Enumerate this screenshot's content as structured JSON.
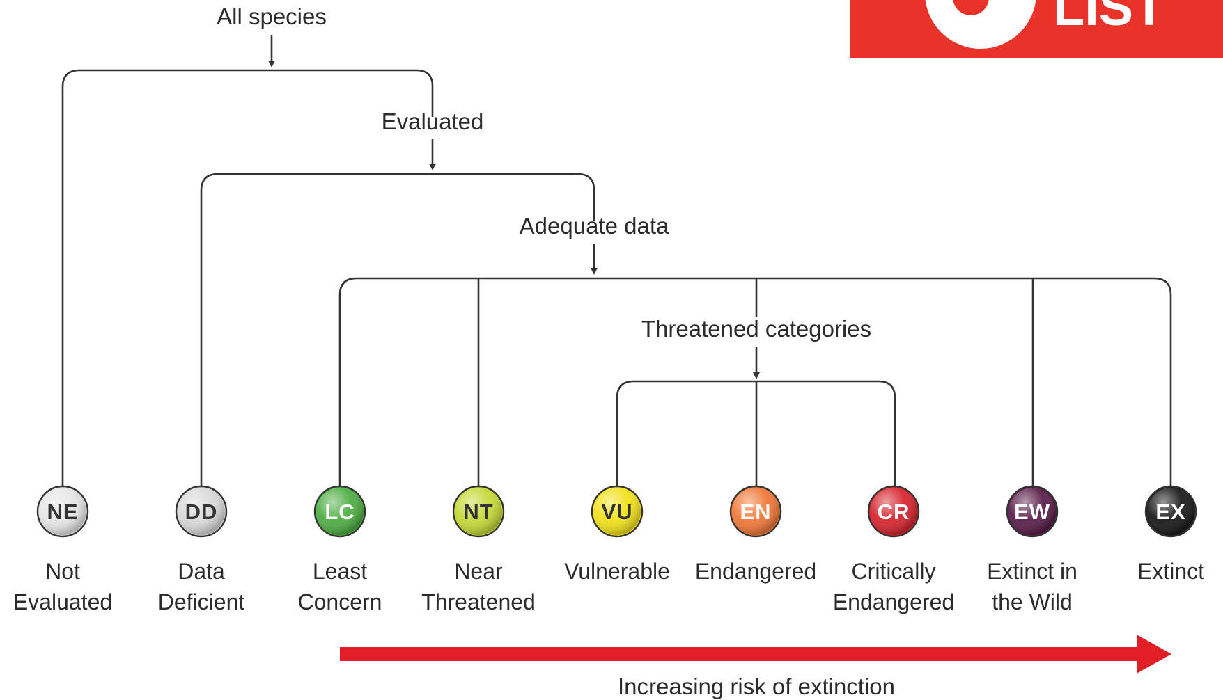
{
  "logo": {
    "text": "LIST",
    "background": "#e8322a"
  },
  "branches": {
    "all_species": "All species",
    "evaluated": "Evaluated",
    "adequate_data": "Adequate data",
    "threatened": "Threatened categories"
  },
  "categories": [
    {
      "code": "NE",
      "line1": "Not",
      "line2": "Evaluated",
      "color": "#e6e6e6",
      "text_color": "#333333"
    },
    {
      "code": "DD",
      "line1": "Data",
      "line2": "Deficient",
      "color": "#d9d9d9",
      "text_color": "#333333"
    },
    {
      "code": "LC",
      "line1": "Least",
      "line2": "Concern",
      "color": "#4fae44",
      "text_color": "#ffffff"
    },
    {
      "code": "NT",
      "line1": "Near",
      "line2": "Threatened",
      "color": "#c5d938",
      "text_color": "#333333"
    },
    {
      "code": "VU",
      "line1": "Vulnerable",
      "line2": "",
      "color": "#f2e11b",
      "text_color": "#333333"
    },
    {
      "code": "EN",
      "line1": "Endangered",
      "line2": "",
      "color": "#f0793a",
      "text_color": "#ffffff"
    },
    {
      "code": "CR",
      "line1": "Critically",
      "line2": "Endangered",
      "color": "#d6262f",
      "text_color": "#ffffff"
    },
    {
      "code": "EW",
      "line1": "Extinct in",
      "line2": "the Wild",
      "color": "#5a1f4a",
      "text_color": "#ffffff"
    },
    {
      "code": "EX",
      "line1": "Extinct",
      "line2": "",
      "color": "#1a1a1a",
      "text_color": "#ffffff"
    }
  ],
  "risk_arrow": {
    "label": "Increasing risk of extinction",
    "color": "#e21f26"
  }
}
